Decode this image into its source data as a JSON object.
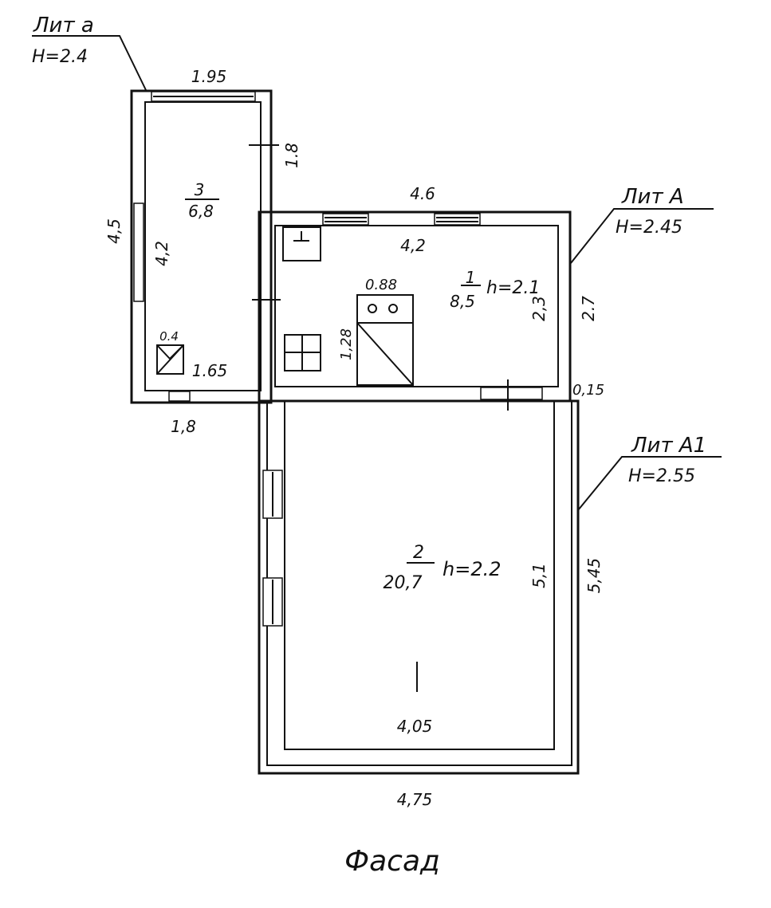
{
  "title": "Фасад",
  "buildings": {
    "lit_a_small": {
      "label": "Лит а",
      "height": "H=2.4"
    },
    "lit_A": {
      "label": "Лит А",
      "height": "H=2.45"
    },
    "lit_A1": {
      "label": "Лит А1",
      "height": "H=2.55"
    }
  },
  "rooms": [
    {
      "number": "3",
      "area": "6,8",
      "ceiling": ""
    },
    {
      "number": "1",
      "area": "8,5",
      "ceiling": "h=2.1"
    },
    {
      "number": "2",
      "area": "20,7",
      "ceiling": "h=2.2"
    }
  ],
  "dimensions": {
    "lit_a_top": "1.95",
    "lit_a_right": "1.8",
    "lit_a_outer_left": "4,5",
    "lit_a_inner_left": "4,2",
    "lit_a_bottom": "1,8",
    "lit_a_inner_bottom": "1.65",
    "chimney": "0.4",
    "lit_A_outer_top": "4.6",
    "lit_A_inner_top": "4,2",
    "lit_A_inner_right": "2,3",
    "lit_A_outer_right": "2.7",
    "wall_thickness": "0,15",
    "stove_width": "0.88",
    "stove_length": "1,28",
    "lit_A1_inner_bottom": "4,05",
    "lit_A1_outer_bottom": "4,75",
    "lit_A1_inner_right": "5,1",
    "lit_A1_outer_right": "5,45"
  }
}
